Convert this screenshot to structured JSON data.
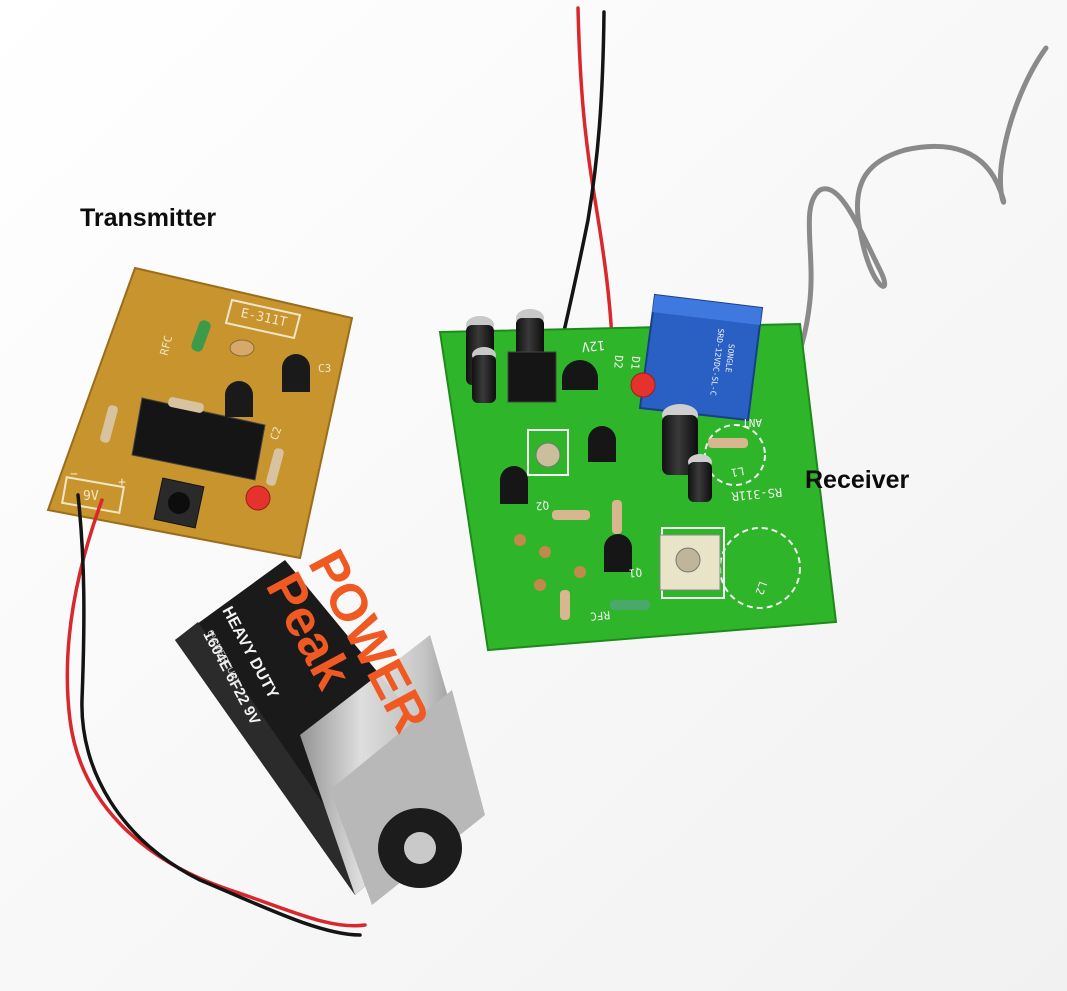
{
  "captions": {
    "transmitter": "Transmitter",
    "receiver": "Receiver"
  },
  "transmitter_board": {
    "model": "E-311T",
    "labels": {
      "rfc": "RFC",
      "c3": "C3",
      "c2": "C2",
      "power": "9V",
      "minus": "−",
      "plus": "+"
    }
  },
  "receiver_board": {
    "model": "RS-311R",
    "labels": {
      "voltage": "12V",
      "d2": "D2",
      "d1": "D1",
      "ant": "ANT",
      "q1": "Q1",
      "q2": "Q2",
      "rfc": "RFC",
      "l1": "L1",
      "l2": "L2"
    },
    "relay": {
      "brand": "SONGLE",
      "model": "SRD-12VDC-SL-C"
    }
  },
  "battery": {
    "brand_line1": "Peak",
    "brand_line2": "POWER",
    "type": "HEAVY DUTY",
    "spec": "1604E  6F22  9V",
    "mercury": "0% MERCURY"
  },
  "colors": {
    "tx_pcb": "#c8942e",
    "rx_pcb": "#2fb52a",
    "battery_body": "#1a1a1a",
    "battery_brand": "#f05a22",
    "relay": "#2a5fc4"
  }
}
